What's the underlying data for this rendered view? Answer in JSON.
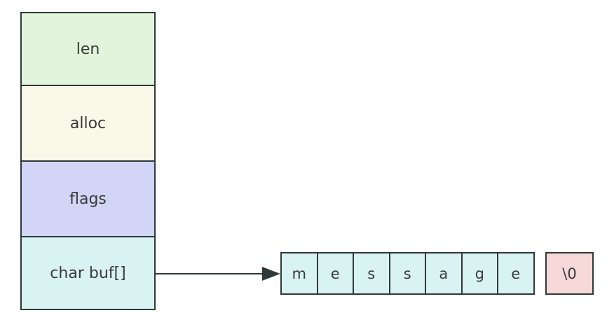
{
  "struct": {
    "fields": [
      {
        "label": "len",
        "color": "#e2f4dc"
      },
      {
        "label": "alloc",
        "color": "#faf8e8"
      },
      {
        "label": "flags",
        "color": "#d2d5f6"
      },
      {
        "label": "char buf[]",
        "color": "#d9f3f2"
      }
    ]
  },
  "buffer": {
    "cells": [
      "m",
      "e",
      "s",
      "s",
      "a",
      "g",
      "e"
    ],
    "cell_color": "#d9f3f2",
    "terminator": {
      "label": "\\0",
      "color": "#f6d8d8"
    }
  },
  "colors": {
    "border": "#2f3a38",
    "arrow": "#2f3a38"
  }
}
